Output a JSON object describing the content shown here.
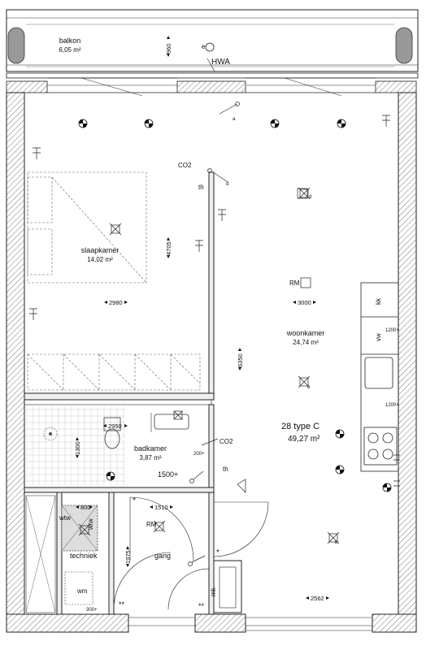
{
  "rooms": {
    "balkon": {
      "name": "balkon",
      "area": "6,05 m²"
    },
    "slaapkamer": {
      "name": "slaapkamer",
      "area": "14,02 m²"
    },
    "woonkamer": {
      "name": "woonkamer",
      "area": "24,74 m²"
    },
    "badkamer": {
      "name": "badkamer",
      "area": "3,87 m²"
    },
    "techniek": {
      "name": "techniek"
    },
    "gang": {
      "name": "gang"
    }
  },
  "unit": {
    "name": "28 type C",
    "area": "49,27 m²"
  },
  "dimensions": {
    "d960": "960",
    "d4705": "4705",
    "d2980": "2980",
    "d3000": "3000",
    "d6350": "6350",
    "d2950": "2950",
    "d1300": "1300",
    "d800": "800",
    "d1510": "1510",
    "d1975": "1975",
    "d2562": "2562"
  },
  "labels": {
    "hwa": "HWA",
    "co2_top": "CO2",
    "co2_bath": "CO2",
    "rm_living": "RM",
    "rm_hall": "RM",
    "wm": "wm",
    "mk": "mk",
    "kk": "kk",
    "vw": "vw",
    "wtw": "wtw",
    "wtw2": "wtw",
    "h1500": "1500+",
    "h1200a": "1200+",
    "h1200b": "1200+",
    "h200": "200+",
    "h300": "300+",
    "th1": "th",
    "th2": "th",
    "e": "e",
    "star1": "*",
    "star2": "*",
    "dstar1": "**",
    "dstar2": "**",
    "a": "a",
    "b": "b",
    "c": "c",
    "d1": "d",
    "d2": "d"
  }
}
